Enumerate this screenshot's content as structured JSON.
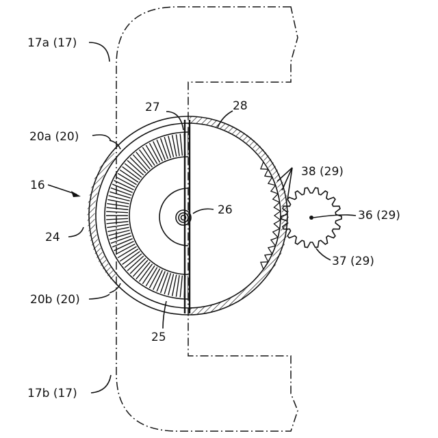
{
  "labels": {
    "housing_a": "17a (17)",
    "housing_b": "17b (17)",
    "notch_a": "20a (20)",
    "notch_b": "20b (20)",
    "device": "16",
    "rim": "24",
    "blades": "25",
    "shaft": "26",
    "plate": "27",
    "ring": "28",
    "teeth": "38 (29)",
    "pinion_shaft": "36 (29)",
    "pinion": "37 (29)"
  },
  "colors": {
    "line": "#111111",
    "background": "#ffffff"
  }
}
